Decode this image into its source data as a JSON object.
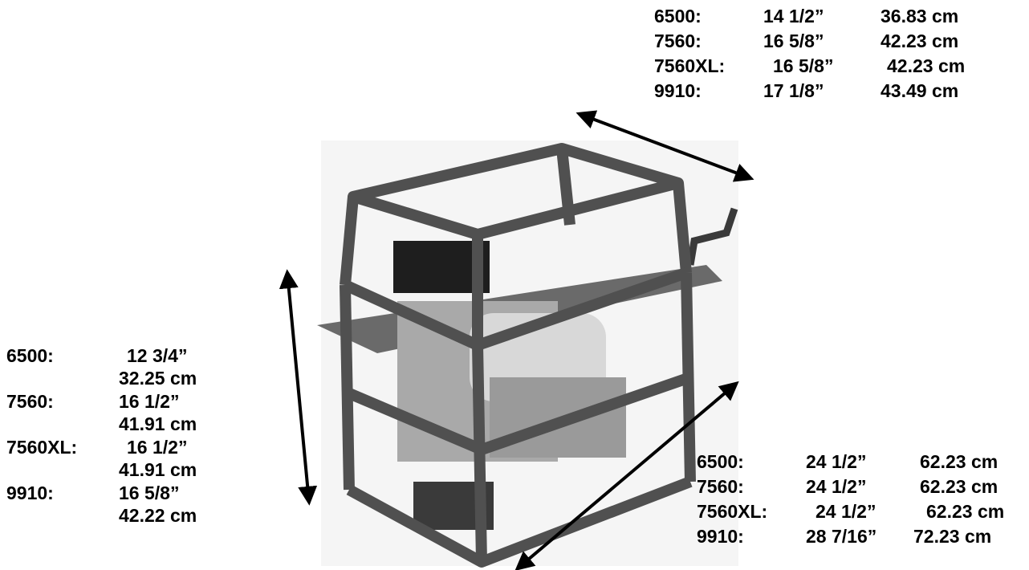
{
  "width_spec": [
    {
      "model": "6500:",
      "inches": "14 1/2”",
      "cm": "36.83 cm"
    },
    {
      "model": "7560:",
      "inches": "16 5/8”",
      "cm": "42.23 cm"
    },
    {
      "model": "7560XL:",
      "inches": "16 5/8”",
      "cm": "42.23 cm"
    },
    {
      "model": "9910:",
      "inches": "17 1/8”",
      "cm": "43.49 cm"
    }
  ],
  "height_spec": [
    {
      "model": "6500:",
      "inches": "12 3/4”",
      "cm": "32.25 cm"
    },
    {
      "model": "7560:",
      "inches": "16 1/2”",
      "cm": "41.91 cm"
    },
    {
      "model": "7560XL:",
      "inches": "16 1/2”",
      "cm": "41.91 cm"
    },
    {
      "model": "9910:",
      "inches": "16 5/8”",
      "cm": "42.22 cm"
    }
  ],
  "length_spec": [
    {
      "model": "6500:",
      "inches": "24 1/2”",
      "cm": "62.23 cm"
    },
    {
      "model": "7560:",
      "inches": "24 1/2”",
      "cm": "62.23 cm"
    },
    {
      "model": "7560XL:",
      "inches": "24 1/2”",
      "cm": "62.23 cm"
    },
    {
      "model": "9910:",
      "inches": "28 7/16”",
      "cm": "72.23 cm"
    }
  ],
  "colors": {
    "text": "#000000",
    "frame": "#505050",
    "engine": "#d8d8d8",
    "background": "#ffffff"
  }
}
